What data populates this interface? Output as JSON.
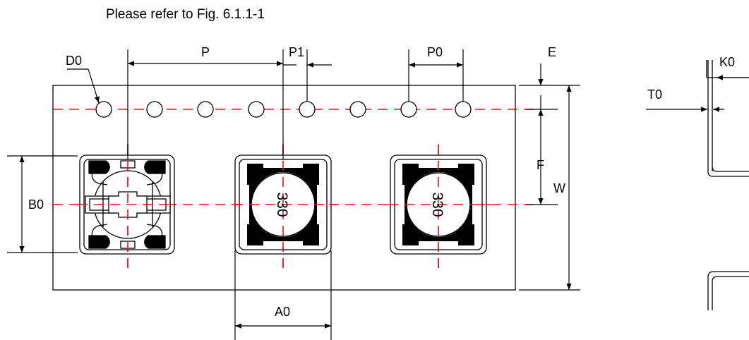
{
  "caption": "Please refer to Fig. 6.1.1-1",
  "labels": {
    "d0": "D0",
    "p": "P",
    "p1": "P1",
    "p0": "P0",
    "e": "E",
    "f": "F",
    "w": "W",
    "b0": "B0",
    "a0": "A0",
    "k0": "K0",
    "t0": "T0"
  },
  "marking": "330",
  "colors": {
    "centerline": "#e8141b",
    "stroke": "#000000",
    "background": "#ffffff"
  }
}
